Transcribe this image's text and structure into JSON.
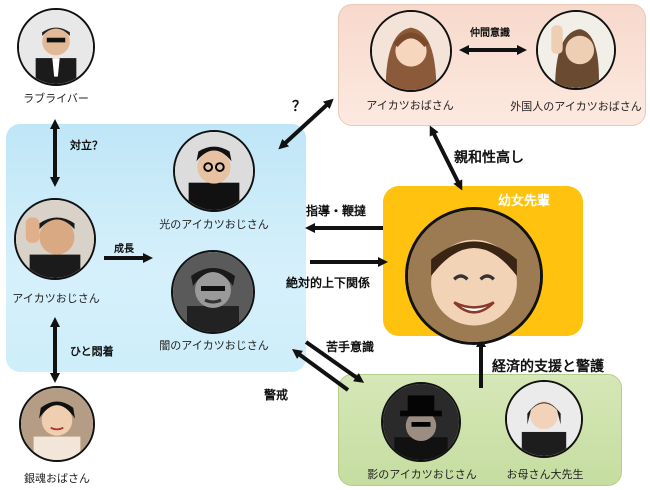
{
  "nodes": {
    "lovelive": "ラブライバー",
    "aikatsu_oji": "アイカツおじさん",
    "hikari": "光のアイカツおじさん",
    "yami": "闇のアイカツおじさん",
    "gintama": "銀魂おばさん",
    "aikatsu_oba": "アイカツおばさん",
    "gaikoku": "外国人のアイカツおばさん",
    "yojo": "幼女先輩",
    "kage": "影のアイカツおじさん",
    "okaasan": "お母さん大先生"
  },
  "relations": {
    "question": "？",
    "nakama": "仲間意識",
    "tairitsu": "対立？",
    "seichou": "成長",
    "shinwa": "親和性高し",
    "shidou": "指導・鞭撻",
    "zettai": "絶対的上下関係",
    "hitosoudou": "ひと悶着",
    "nigate": "苦手意識",
    "keizai": "経済的支援と警護",
    "keikai": "警戒"
  }
}
